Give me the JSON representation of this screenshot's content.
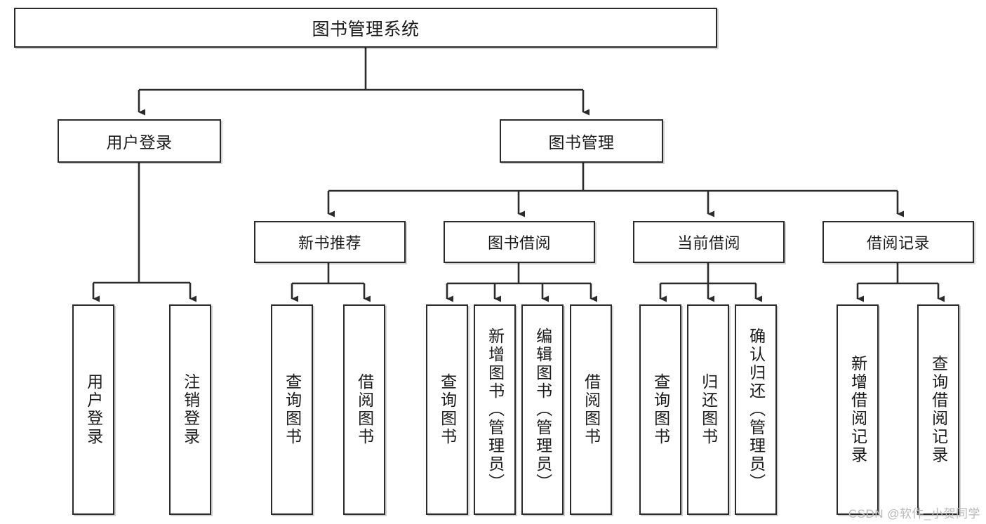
{
  "diagram": {
    "title": "图书管理系统",
    "type": "tree-hierarchy",
    "colors": {
      "box_border": "#2b2b2b",
      "box_fill": "#ffffff",
      "connector": "#2b2b2b",
      "watermark": "#b9b9b9"
    },
    "root": {
      "label": "图书管理系统"
    },
    "level2": [
      {
        "label": "用户登录"
      },
      {
        "label": "图书管理"
      }
    ],
    "level3": [
      {
        "label": "新书推荐"
      },
      {
        "label": "图书借阅"
      },
      {
        "label": "当前借阅"
      },
      {
        "label": "借阅记录"
      }
    ],
    "leaves": {
      "user_login": [
        {
          "label": "用户登录"
        },
        {
          "label": "注销登录"
        }
      ],
      "new_book": [
        {
          "label": "查询图书"
        },
        {
          "label": "借阅图书"
        }
      ],
      "book_borrow": [
        {
          "label": "查询图书"
        },
        {
          "label": "新增图书（管理员）"
        },
        {
          "label": "编辑图书（管理员）"
        },
        {
          "label": "借阅图书"
        }
      ],
      "current_borrow": [
        {
          "label": "查询图书"
        },
        {
          "label": "归还图书"
        },
        {
          "label": "确认归还（管理员）"
        }
      ],
      "borrow_record": [
        {
          "label": "新增借阅记录"
        },
        {
          "label": "查询借阅记录"
        }
      ]
    },
    "watermark": "CSDN @软件_小贺同学"
  }
}
